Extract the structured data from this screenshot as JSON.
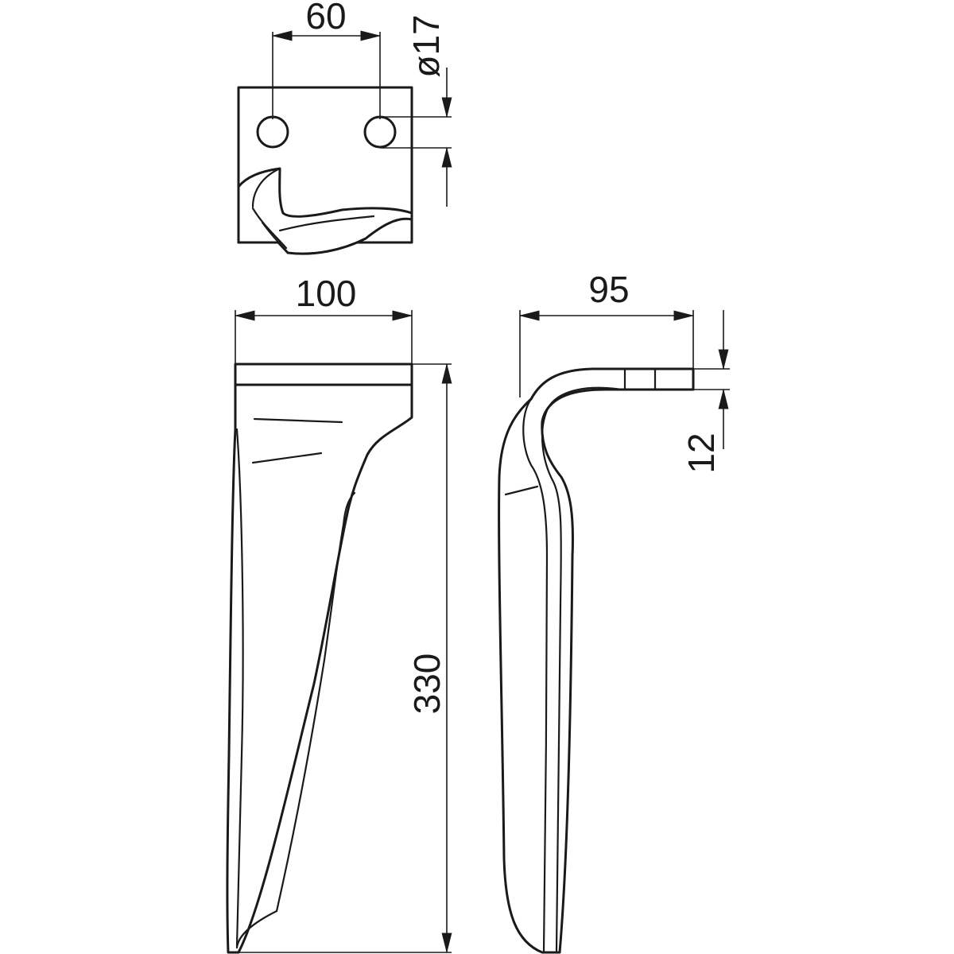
{
  "dimensions": {
    "hole_spacing": "60",
    "hole_diameter": "ø17",
    "width": "100",
    "offset": "95",
    "thickness": "12",
    "length": "330"
  },
  "colors": {
    "line": "#1a1a1a",
    "background": "#ffffff"
  }
}
